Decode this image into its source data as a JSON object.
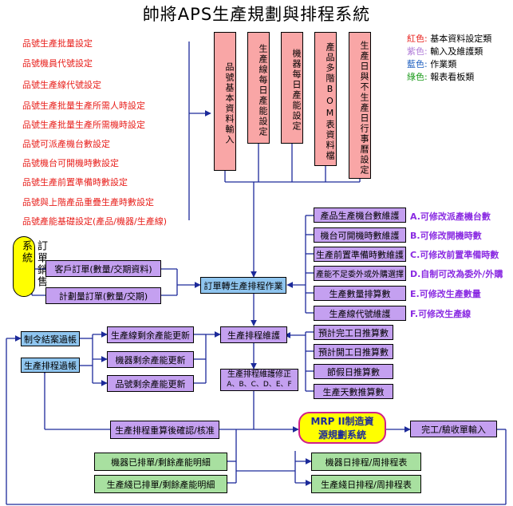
{
  "title": "帥將APS生產規劃與排程系統",
  "legend": [
    {
      "color_name": "紅色:",
      "desc": "基本資料設定類",
      "color": "#e8201c"
    },
    {
      "color_name": "紫色:",
      "desc": "輸入及維護類",
      "color": "#b07cd8"
    },
    {
      "color_name": "藍色:",
      "desc": "作業類",
      "color": "#2060c0"
    },
    {
      "color_name": "綠色:",
      "desc": "報表看板類",
      "color": "#1a9a1a"
    }
  ],
  "red_items": [
    "品號生產批量設定",
    "品號機員代號設定",
    "品號生產線代號設定",
    "品號生產批量生產所需人時設定",
    "品號生產批量生產所需機時設定",
    "品號可派產機台數設定",
    "品號機台可開機時數設定",
    "品號生產前置準備時數設定",
    "品號與上階產品重疊生產時數設定",
    "品號產能基礎設定(產品/機器/生產線)"
  ],
  "pink_boxes": [
    "品號基本資料輸入",
    "生產線每日產能設定",
    "機器每日產能設定",
    "產品多階BOM表資料檔",
    "生產日與不生產日行事曆設定"
  ],
  "yellow_label": "訂單銷售系統",
  "order_boxes": [
    "客戶訂單(數量/交期資料)",
    "計劃量訂單(數量/交期)"
  ],
  "order_to_schedule": "訂單轉生產排程作業",
  "right_purple": [
    "產品生產機台數維護",
    "機台可開機時數維護",
    "生產前置準備時數維護",
    "產能不足委外或外購選擇",
    "生產數量排算數",
    "生產線代號維護"
  ],
  "right_labels": [
    "A.可修改派產機台數",
    "B.可修改開機時數",
    "C.可修改前置準備時數",
    "D.自制可改為委外/外購",
    "E.可修改生產數量",
    "F.可修改生產線"
  ],
  "schedule_maintain": "生產排程維護",
  "schedule_fix": [
    "生產排程維護修正",
    "A、B、C、D、E、F"
  ],
  "calc_boxes": [
    "預計完工日推算數",
    "預計開工日推算數",
    "節假日推算數",
    "生產天數推算數"
  ],
  "left_blue": [
    "制令結案過帳",
    "生產排程過帳"
  ],
  "update_boxes": [
    "生產線剩余產能更新",
    "機器剩余產能更新",
    "品號剩余產能更新"
  ],
  "recalc": "生產排程重算後確認/核准",
  "mrp": [
    "MRP II制造資",
    "源規劃系統"
  ],
  "finish": "完工/驗收單輸入",
  "green_left": [
    "機器已排單/剩餘產能明細",
    "生產綫已排單/剩餘產能明細"
  ],
  "green_right": [
    "機器日排程/周排程表",
    "生產綫日排程/周排程表"
  ]
}
